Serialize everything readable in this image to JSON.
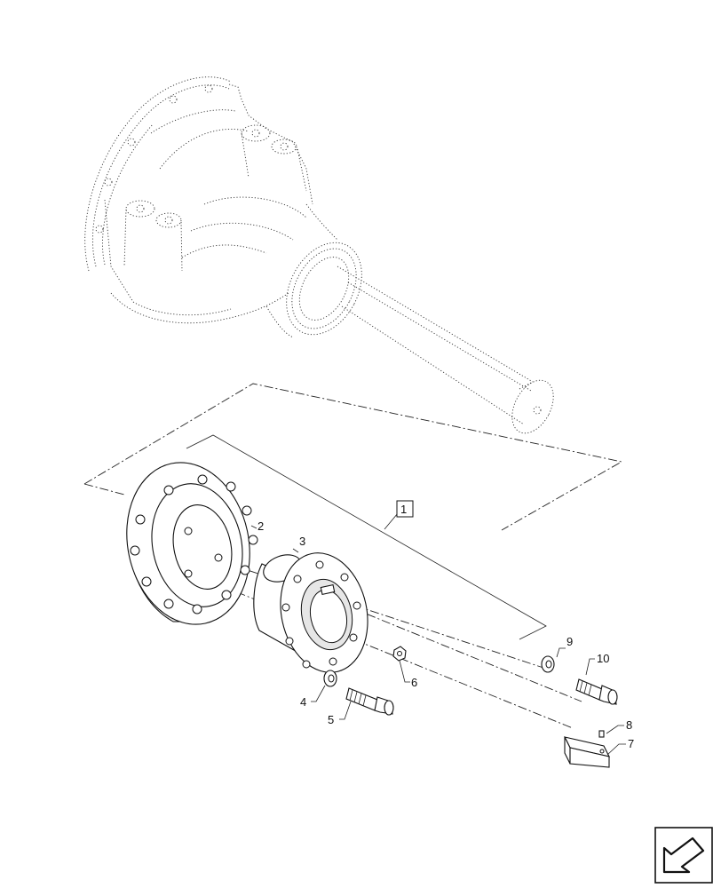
{
  "callouts": {
    "group": "1",
    "p2": "2",
    "p3": "3",
    "p4": "4",
    "p5": "5",
    "p6": "6",
    "p7": "7",
    "p8": "8",
    "p9": "9",
    "p10": "10"
  },
  "icons": {
    "navigation": "next-page-arrow-icon"
  }
}
